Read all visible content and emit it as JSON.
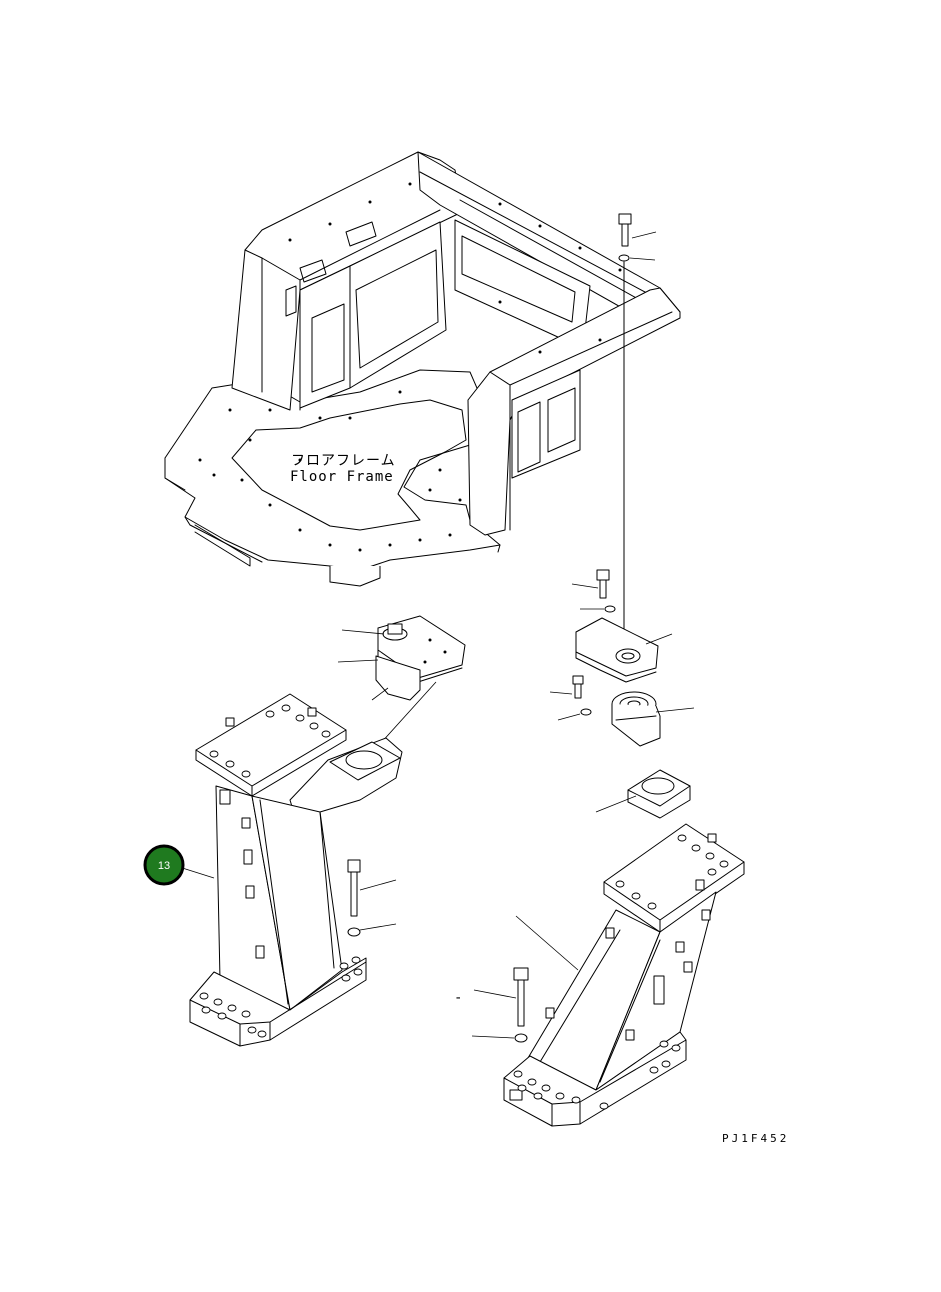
{
  "floor_frame": {
    "label_jp": "フロアフレーム",
    "label_en": "Floor Frame"
  },
  "callouts": [
    {
      "number": "13",
      "color": "#1f7a1f"
    }
  ],
  "drawing_code": "PJ1F452",
  "stray_mark": "-"
}
